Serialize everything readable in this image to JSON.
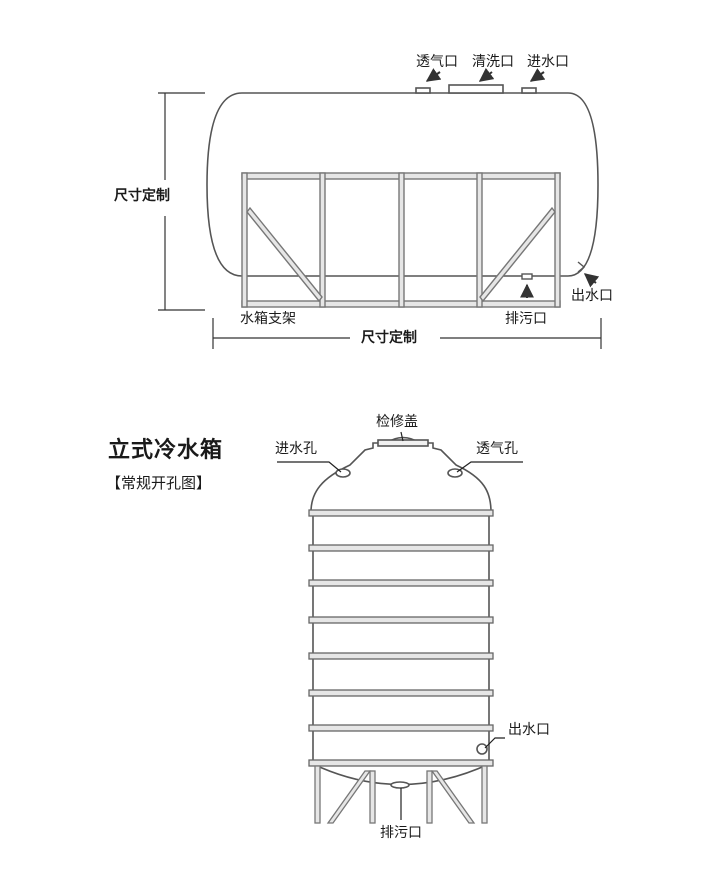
{
  "horizontal": {
    "top_labels": {
      "vent": "透气口",
      "clean": "清洗口",
      "inlet": "进水口"
    },
    "height_dim": "尺寸定制",
    "width_dim": "尺寸定制",
    "outlet": "出水口",
    "stand": "水箱支架",
    "drain": "排污口"
  },
  "vertical": {
    "title": "立式冷水箱",
    "subtitle": "【常规开孔图】",
    "cover": "检修盖",
    "inlet_hole": "进水孔",
    "vent_hole": "透气孔",
    "outlet": "出水口",
    "drain": "排污口"
  }
}
